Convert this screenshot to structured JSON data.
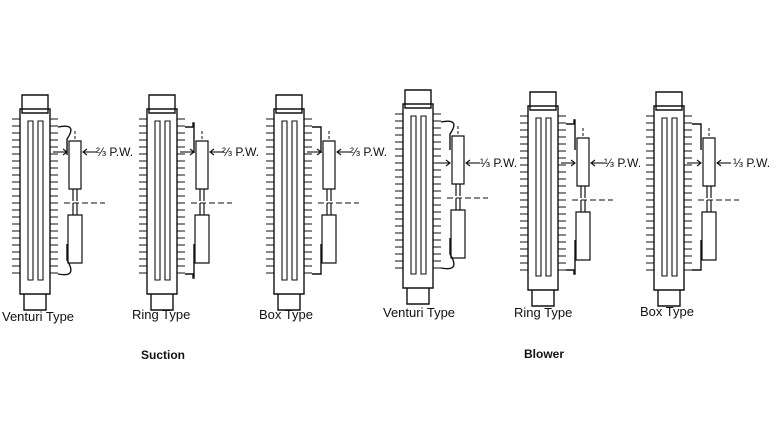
{
  "groups": [
    {
      "label": "Suction"
    },
    {
      "label": "Blower"
    }
  ],
  "diagrams": [
    {
      "label": "Venturi Type",
      "pw_label": "⅔ P.W.",
      "variant": "venturi",
      "group": "Suction"
    },
    {
      "label": "Ring Type",
      "pw_label": "⅔ P.W.",
      "variant": "ring",
      "group": "Suction"
    },
    {
      "label": "Box Type",
      "pw_label": "⅔ P.W.",
      "variant": "box",
      "group": "Suction"
    },
    {
      "label": "Venturi Type",
      "pw_label": "⅓ P.W.",
      "variant": "venturi",
      "group": "Blower"
    },
    {
      "label": "Ring Type",
      "pw_label": "⅓ P.W.",
      "variant": "ring",
      "group": "Blower"
    },
    {
      "label": "Box Type",
      "pw_label": "⅓ P.W.",
      "variant": "box",
      "group": "Blower"
    }
  ]
}
